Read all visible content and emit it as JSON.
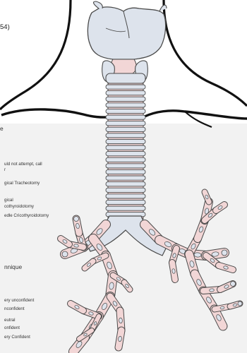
{
  "top_note": "54)",
  "panel_heading_fragment": "e",
  "option_groups": [
    {
      "items": [
        "uld not attempt, call",
        "r",
        "gical Tracheotomy",
        "",
        "gical",
        "cothyroidotomy",
        "edle Cricothyroidotomy"
      ]
    }
  ],
  "technique_fragment": "nnique",
  "confidence_options": [
    "ery unconfident",
    "nconfident",
    "eutral",
    "onfident",
    "ery Confident"
  ],
  "colors": {
    "outline": "#4a4a4a",
    "cartilage": "#dde3ec",
    "tissue": "#f2d6d6",
    "panel": "#f2f2f2",
    "neck_line": "#111111"
  }
}
